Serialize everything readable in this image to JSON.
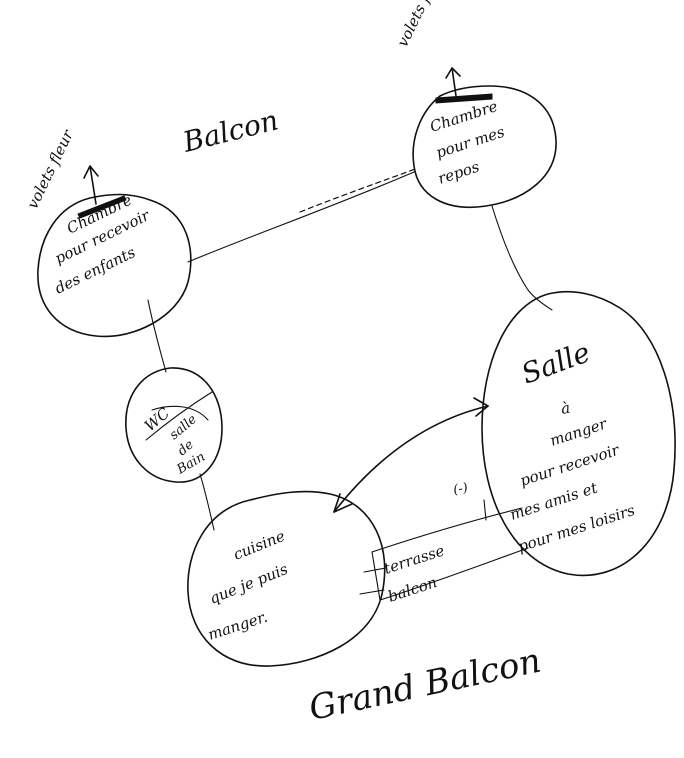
{
  "labels": {
    "balcon": "Balcon",
    "grand_balcon": "Grand Balcon",
    "terrasse": "terrasse",
    "balcon_small": "balcon",
    "note_left": "volets fleur",
    "note_right": "volets fleur",
    "mark": "(-)"
  },
  "rooms": {
    "chambre_enfants": [
      "Chambre",
      "pour recevoir",
      "des enfants"
    ],
    "chambre_repos": [
      "Chambre",
      "pour mes",
      "repos"
    ],
    "wc": [
      "WC",
      "salle",
      "de",
      "Bain"
    ],
    "salle": [
      "Salle",
      "à",
      "manger",
      "pour recevoir",
      "mes amis et",
      "pour mes loisirs"
    ],
    "cuisine": [
      "cuisine",
      "que je puis",
      "manger."
    ]
  }
}
